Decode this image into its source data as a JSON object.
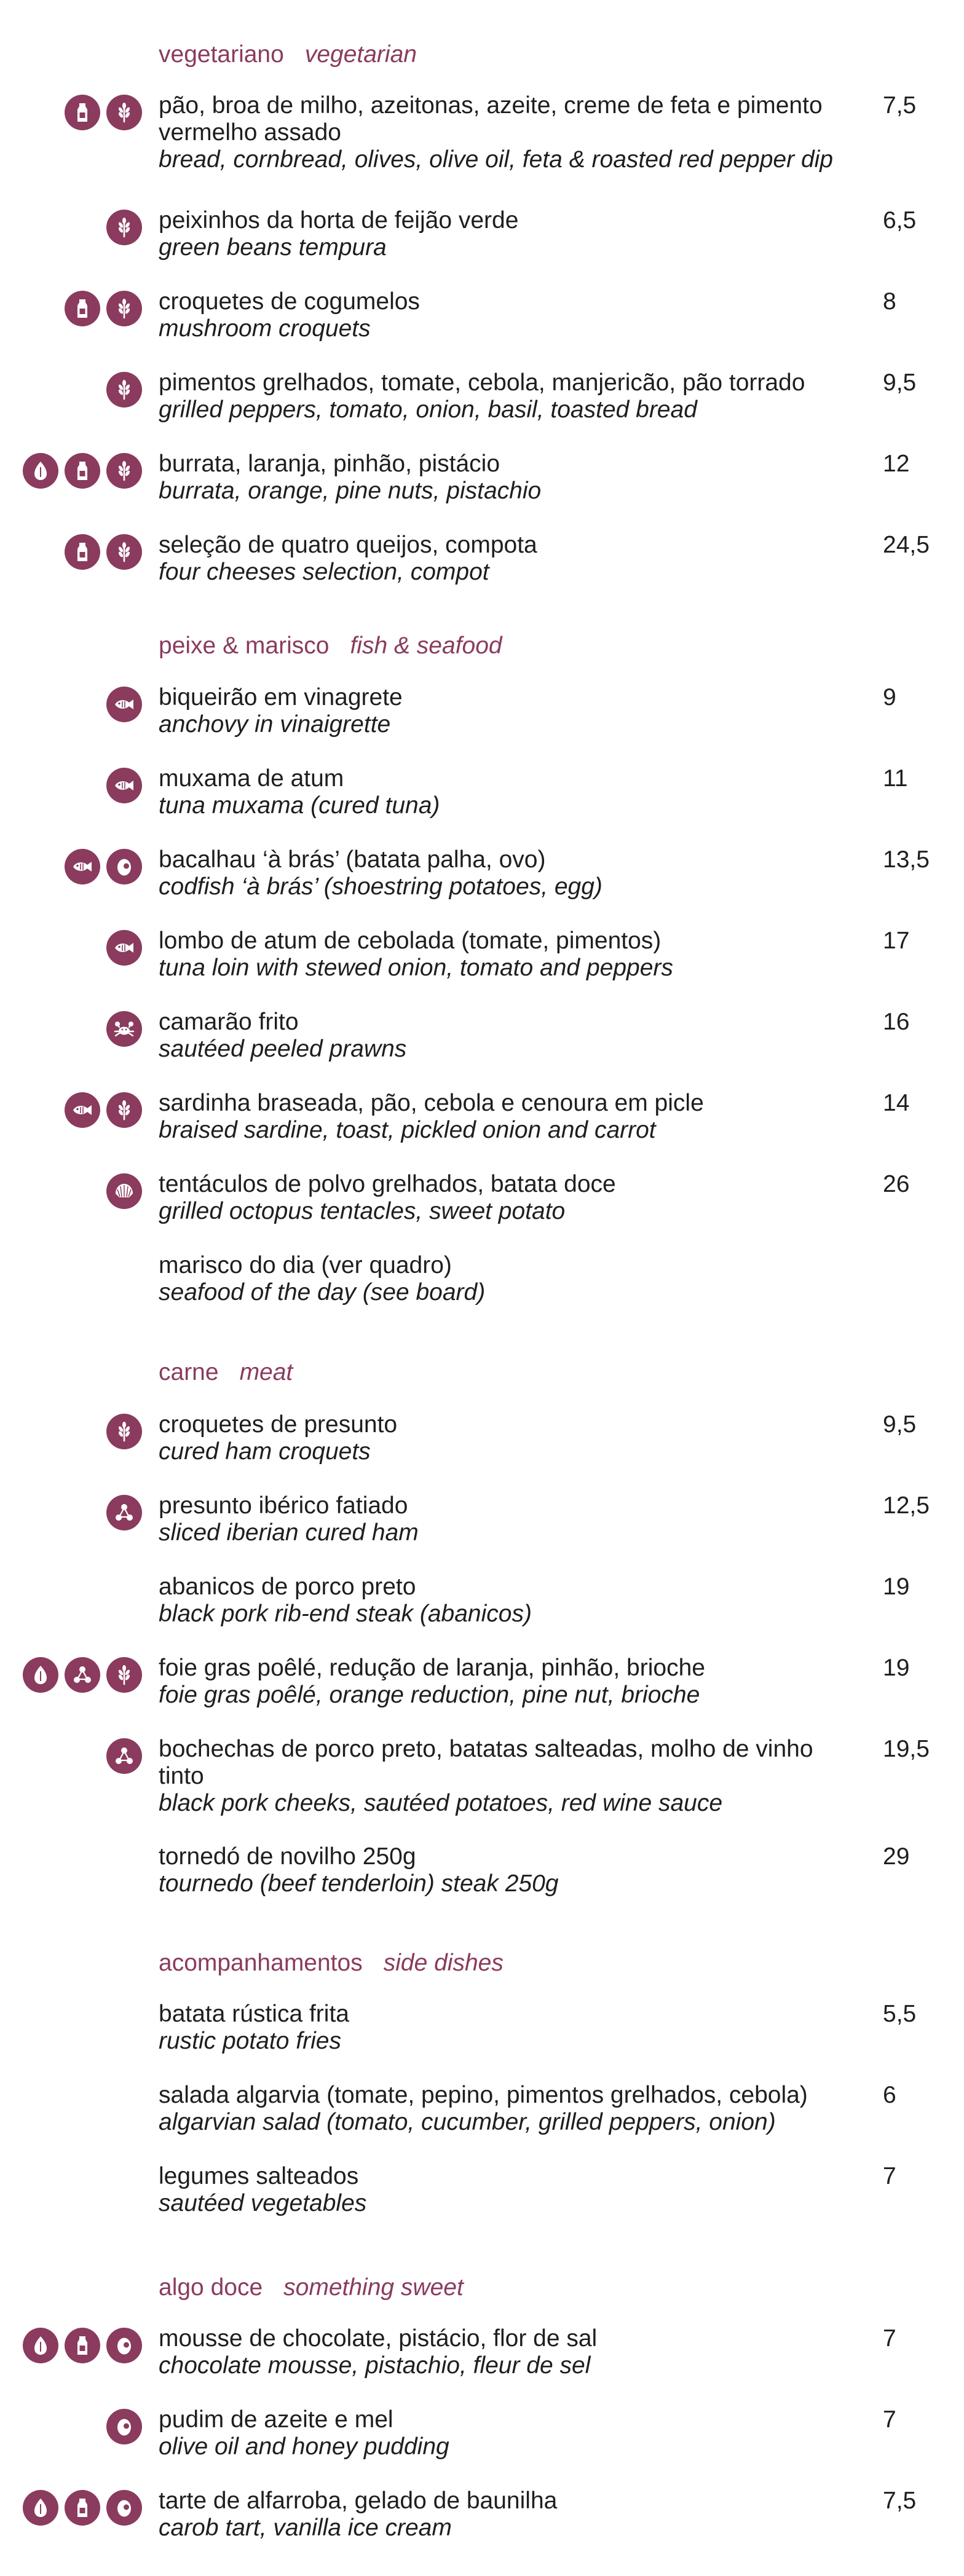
{
  "accent_color": "#8a3b5e",
  "sections": [
    {
      "title_pt": "vegetariano",
      "title_en": "vegetarian",
      "items": [
        {
          "pt": "pão, broa de milho, azeitonas, azeite, creme de feta e pimento vermelho assado",
          "en": "bread, cornbread, olives, olive oil, feta & roasted red pepper dip",
          "price": "7,5",
          "icons": [
            "milk-bottle-icon",
            "wheat-icon"
          ]
        },
        {
          "pt": "peixinhos da horta de feijão verde",
          "en": "green beans tempura",
          "price": "6,5",
          "icons": [
            "wheat-icon"
          ]
        },
        {
          "pt": "croquetes de cogumelos",
          "en": "mushroom croquets",
          "price": "8",
          "icons": [
            "milk-bottle-icon",
            "wheat-icon"
          ]
        },
        {
          "pt": "pimentos grelhados, tomate, cebola, manjericão, pão torrado",
          "en": "grilled peppers, tomato, onion, basil, toasted bread",
          "price": "9,5",
          "icons": [
            "wheat-icon"
          ]
        },
        {
          "pt": "burrata, laranja, pinhão, pistácio",
          "en": "burrata, orange, pine nuts, pistachio",
          "price": "12",
          "icons": [
            "nut-icon",
            "milk-bottle-icon",
            "wheat-icon"
          ]
        },
        {
          "pt": "seleção de quatro queijos, compota",
          "en": "four cheeses selection, compot",
          "price": "24,5",
          "icons": [
            "milk-bottle-icon",
            "wheat-icon"
          ]
        }
      ]
    },
    {
      "title_pt": "peixe & marisco",
      "title_en": "fish & seafood",
      "items": [
        {
          "pt": "biqueirão em vinagrete",
          "en": "anchovy in vinaigrette",
          "price": "9",
          "icons": [
            "fish-icon"
          ]
        },
        {
          "pt": "muxama de atum",
          "en": "tuna muxama (cured tuna)",
          "price": "11",
          "icons": [
            "fish-icon"
          ]
        },
        {
          "pt": "bacalhau ‘à brás’ (batata palha, ovo)",
          "en": "codfish ‘à brás’ (shoestring potatoes, egg)",
          "price": "13,5",
          "icons": [
            "fish-icon",
            "egg-icon"
          ]
        },
        {
          "pt": "lombo de atum de cebolada (tomate, pimentos)",
          "en": "tuna loin with stewed onion, tomato and peppers",
          "price": "17",
          "icons": [
            "fish-icon"
          ]
        },
        {
          "pt": "camarão frito",
          "en": "sautéed peeled prawns",
          "price": "16",
          "icons": [
            "crab-icon"
          ]
        },
        {
          "pt": "sardinha braseada, pão, cebola e cenoura em picle",
          "en": "braised sardine, toast, pickled onion and carrot",
          "price": "14",
          "icons": [
            "fish-icon",
            "wheat-icon"
          ]
        },
        {
          "pt": "tentáculos de polvo grelhados, batata doce",
          "en": "grilled octopus tentacles, sweet potato",
          "price": "26",
          "icons": [
            "shell-icon"
          ]
        },
        {
          "pt": "marisco do dia (ver quadro)",
          "en": "seafood of the day (see board)",
          "price": "",
          "icons": []
        }
      ]
    },
    {
      "title_pt": "carne",
      "title_en": "meat",
      "items": [
        {
          "pt": "croquetes de presunto",
          "en": "cured ham croquets",
          "price": "9,5",
          "icons": [
            "wheat-icon"
          ]
        },
        {
          "pt": "presunto ibérico fatiado",
          "en": "sliced iberian cured ham",
          "price": "12,5",
          "icons": [
            "sulphite-icon"
          ]
        },
        {
          "pt": "abanicos de porco preto",
          "en": "black pork rib-end steak (abanicos)",
          "price": "19",
          "icons": []
        },
        {
          "pt": "foie gras poêlé, redução de laranja, pinhão, brioche",
          "en": "foie gras poêlé, orange reduction, pine nut, brioche",
          "price": "19",
          "icons": [
            "nut-icon",
            "sulphite-icon",
            "wheat-icon"
          ]
        },
        {
          "pt": "bochechas de porco preto, batatas salteadas, molho de vinho tinto",
          "en": "black pork cheeks, sautéed potatoes, red wine sauce",
          "price": "19,5",
          "icons": [
            "sulphite-icon"
          ]
        },
        {
          "pt": "tornedó de novilho 250g",
          "en": "tournedo (beef tenderloin) steak 250g",
          "price": "29",
          "icons": []
        }
      ]
    },
    {
      "title_pt": "acompanhamentos",
      "title_en": "side dishes",
      "items": [
        {
          "pt": "batata rústica frita",
          "en": "rustic potato fries",
          "price": "5,5",
          "icons": []
        },
        {
          "pt": "salada algarvia (tomate, pepino, pimentos grelhados, cebola)",
          "en": "algarvian salad (tomato, cucumber, grilled peppers, onion)",
          "price": "6",
          "icons": []
        },
        {
          "pt": "legumes salteados",
          "en": "sautéed vegetables",
          "price": "7",
          "icons": []
        }
      ]
    },
    {
      "title_pt": "algo doce",
      "title_en": "something sweet",
      "items": [
        {
          "pt": "mousse de chocolate, pistácio, flor de sal",
          "en": "chocolate mousse, pistachio, fleur de sel",
          "price": "7",
          "icons": [
            "nut-icon",
            "milk-bottle-icon",
            "egg-icon"
          ]
        },
        {
          "pt": "pudim de azeite e mel",
          "en": "olive oil and honey pudding",
          "price": "7",
          "icons": [
            "egg-icon"
          ]
        },
        {
          "pt": "tarte de alfarroba, gelado de baunilha",
          "en": "carob tart, vanilla ice cream",
          "price": "7,5",
          "icons": [
            "nut-icon",
            "milk-bottle-icon",
            "egg-icon"
          ]
        }
      ]
    }
  ]
}
